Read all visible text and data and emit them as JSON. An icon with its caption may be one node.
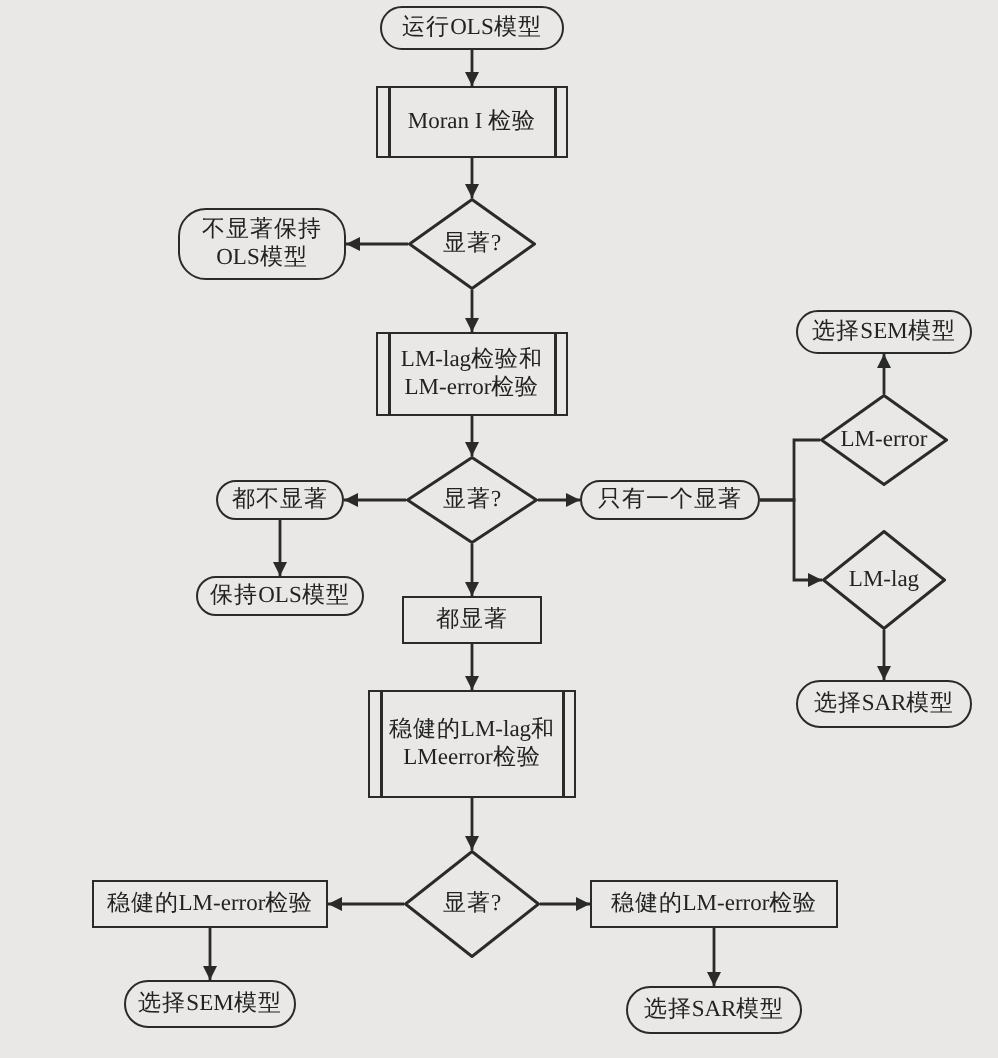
{
  "diagram": {
    "nodes": [
      {
        "text": [
          "运行OLS模型"
        ]
      },
      {
        "text": [
          "Moran I 检验"
        ]
      },
      {
        "text": [
          "显著?"
        ]
      },
      {
        "text": [
          "不显著保持OLS模型"
        ]
      },
      {
        "text": [
          "LM-lag检验和 LM-error检验"
        ]
      },
      {
        "text": [
          "显著?"
        ]
      },
      {
        "text": [
          "都不显著"
        ]
      },
      {
        "text": [
          "保持OLS模型"
        ]
      },
      {
        "text": [
          "只有一个显著"
        ]
      },
      {
        "text": [
          "都显著"
        ]
      },
      {
        "text": [
          "LM-error"
        ]
      },
      {
        "text": [
          "选择SEM模型"
        ]
      },
      {
        "text": [
          "LM-lag"
        ]
      },
      {
        "text": [
          "选择SAR模型"
        ]
      },
      {
        "text": [
          "稳健的LM-lag和LMeerror检验"
        ]
      },
      {
        "text": [
          "显著?"
        ]
      },
      {
        "text": [
          "稳健的LM-error检验"
        ]
      },
      {
        "text": [
          "选择SEM模型"
        ]
      },
      {
        "text": [
          "稳健的LM-error检验"
        ]
      },
      {
        "text": [
          "选择SAR模型"
        ]
      }
    ],
    "edges": [
      {
        "from": 0,
        "to": 1,
        "arrow": "to"
      },
      {
        "from": 1,
        "to": 2,
        "arrow": "to"
      },
      {
        "from": 2,
        "to": 3,
        "arrow": "to"
      },
      {
        "from": 2,
        "to": 4,
        "arrow": "to"
      },
      {
        "from": 4,
        "to": 5,
        "arrow": "to"
      },
      {
        "from": 5,
        "to": 6,
        "arrow": "to"
      },
      {
        "from": 6,
        "to": 7,
        "arrow": "to"
      },
      {
        "from": 5,
        "to": 8,
        "arrow": "to"
      },
      {
        "from": 5,
        "to": 9,
        "arrow": "to"
      },
      {
        "from": 8,
        "to": 10,
        "arrow": "none"
      },
      {
        "from": 8,
        "to": 12,
        "arrow": "to"
      },
      {
        "from": 10,
        "to": 11,
        "arrow": "to"
      },
      {
        "from": 12,
        "to": 13,
        "arrow": "to"
      },
      {
        "from": 9,
        "to": 14,
        "arrow": "to"
      },
      {
        "from": 14,
        "to": 15,
        "arrow": "to"
      },
      {
        "from": 15,
        "to": 16,
        "arrow": "to"
      },
      {
        "from": 16,
        "to": 17,
        "arrow": "to"
      },
      {
        "from": 15,
        "to": 18,
        "arrow": "to"
      },
      {
        "from": 18,
        "to": 19,
        "arrow": "to"
      }
    ]
  }
}
